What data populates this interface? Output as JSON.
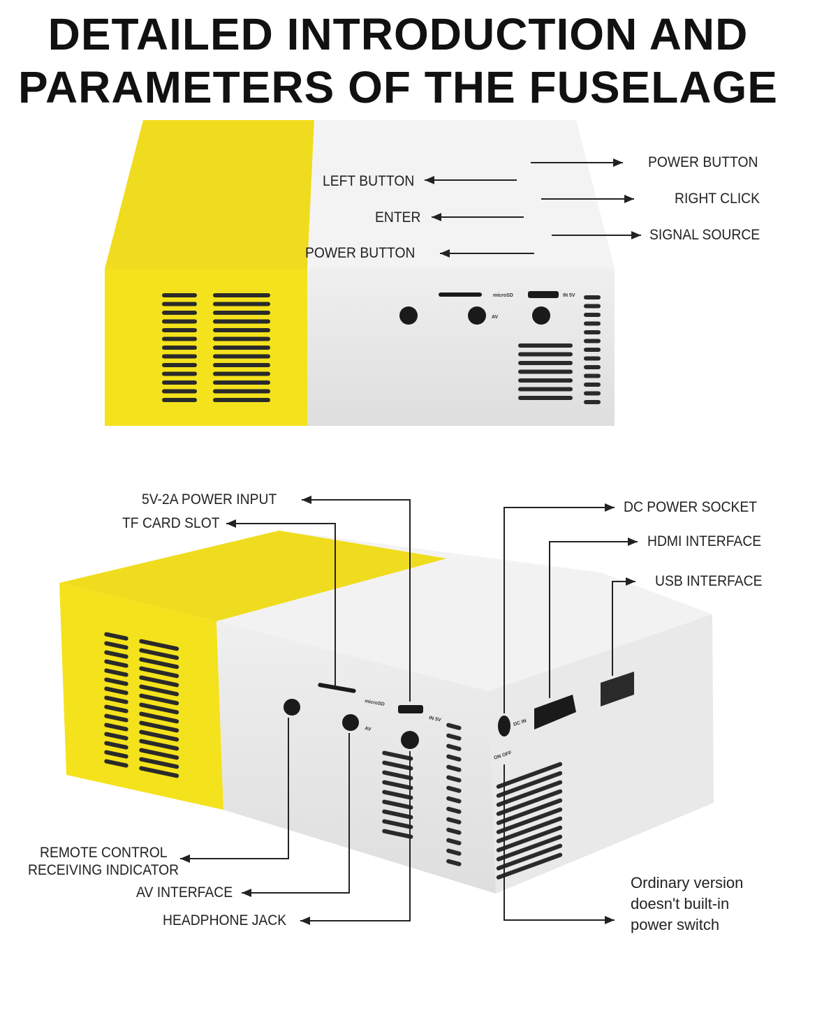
{
  "title": {
    "line1": "DETAILED INTRODUCTION AND",
    "line2": "PARAMETERS OF THE FUSELAGE"
  },
  "colors": {
    "yellow": "#f2de1f",
    "white_body": "#ececec",
    "port": "#1a1a1a"
  },
  "top_view": {
    "left_labels": [
      "LEFT BUTTON",
      "ENTER",
      "POWER BUTTON"
    ],
    "right_labels": [
      "POWER BUTTON",
      "RIGHT CLICK",
      "SIGNAL SOURCE"
    ],
    "port_marks": [
      "microSD",
      "IN 5V",
      "AV"
    ]
  },
  "bottom_view": {
    "top_left_labels": [
      "5V-2A POWER INPUT",
      "TF CARD SLOT"
    ],
    "top_right_labels": [
      "DC POWER SOCKET",
      "HDMI INTERFACE",
      "USB INTERFACE"
    ],
    "bottom_left_labels": [
      "REMOTE CONTROL",
      "RECEIVING INDICATOR",
      "AV INTERFACE",
      "HEADPHONE JACK"
    ],
    "note": [
      "Ordinary version",
      "doesn't built-in",
      "power switch"
    ],
    "port_marks": [
      "microSD",
      "IN 5V",
      "AV",
      "DC IN",
      "ON OFF"
    ]
  }
}
